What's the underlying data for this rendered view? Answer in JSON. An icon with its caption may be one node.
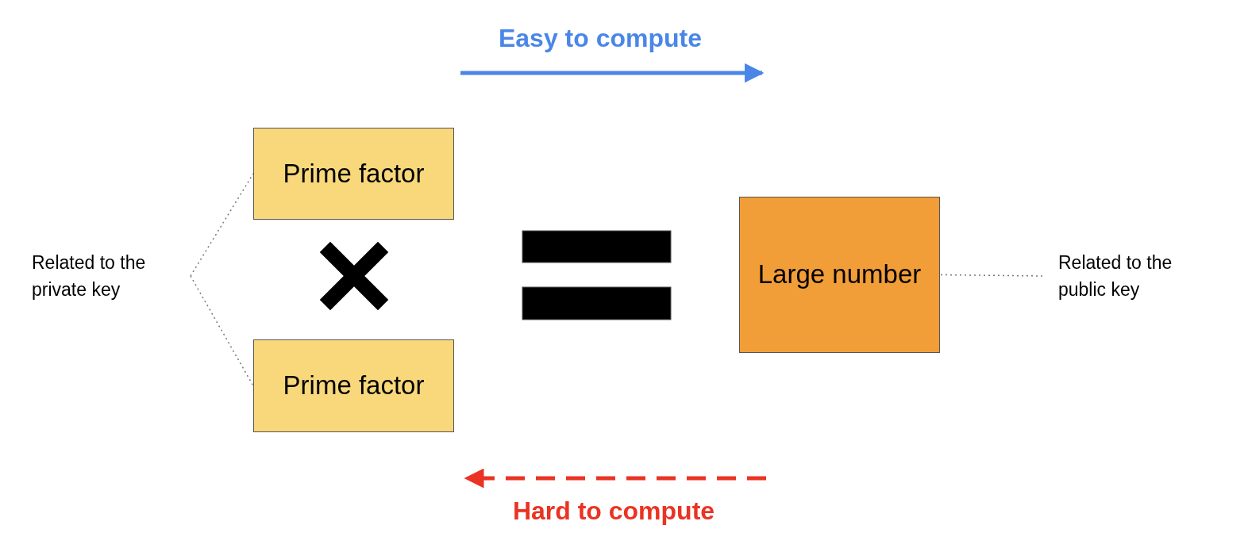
{
  "diagram": {
    "nodes": [
      {
        "text": [
          "Related to the private key"
        ]
      },
      {
        "text": [
          "Prime factor"
        ]
      },
      {
        "text": [
          "Prime factor"
        ]
      },
      {
        "text": [
          "Large number"
        ]
      },
      {
        "text": [
          "Related to the public key"
        ]
      }
    ],
    "edges": [
      {
        "from": 0,
        "to": 1,
        "arrow": "none",
        "style": "dashed"
      },
      {
        "from": 0,
        "to": 2,
        "arrow": "none",
        "style": "dashed"
      },
      {
        "from": 4,
        "to": 3,
        "arrow": "none",
        "style": "dashed"
      }
    ],
    "labels": [
      "Easy to compute",
      "Hard to compute"
    ]
  }
}
